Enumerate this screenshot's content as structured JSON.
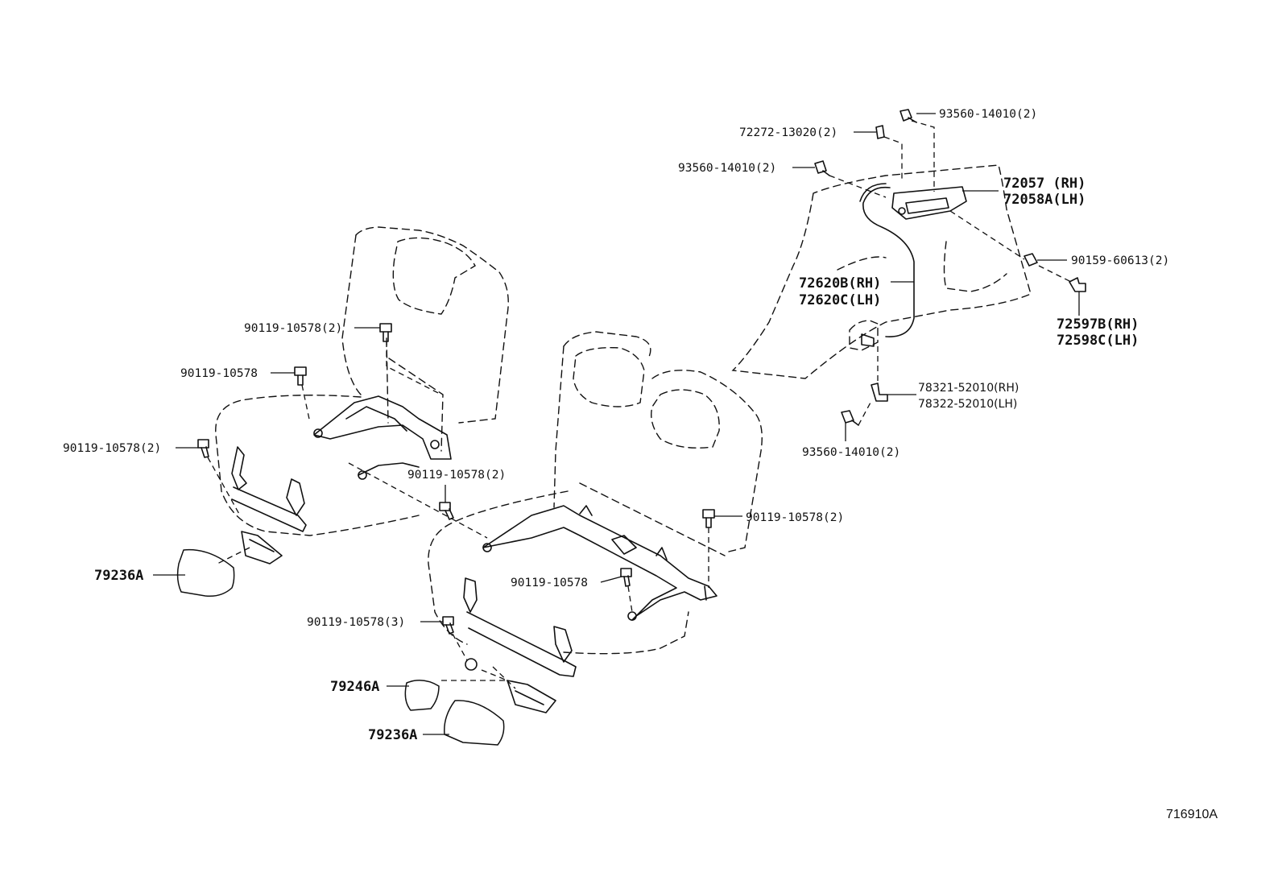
{
  "labels": {
    "p_93560_top": "93560-14010(2)",
    "p_72272": "72272-13020(2)",
    "p_93560_mid": "93560-14010(2)",
    "p_72057": "72057  (RH)",
    "p_72058": "72058A(LH)",
    "p_90159": "90159-60613(2)",
    "p_72620b": "72620B(RH)",
    "p_72620c": "72620C(LH)",
    "p_72597": "72597B(RH)",
    "p_72598": "72598C(LH)",
    "p_78321": "78321-52010(RH)",
    "p_78322": "78322-52010(LH)",
    "p_93560_low": "93560-14010(2)",
    "p_90119_a": "90119-10578(2)",
    "p_90119_b": "90119-10578",
    "p_90119_c": "90119-10578(2)",
    "p_90119_d": "90119-10578(2)",
    "p_90119_e": "90119-10578(2)",
    "p_90119_f": "90119-10578",
    "p_90119_g": "90119-10578(3)",
    "p_79236_a": "79236A",
    "p_79246": "79246A",
    "p_79236_b": "79236A",
    "diagram_id": "716910A"
  },
  "icons": [
    "bolt-icon",
    "clip-icon",
    "bracket-icon",
    "seat-outline",
    "cover-icon"
  ]
}
